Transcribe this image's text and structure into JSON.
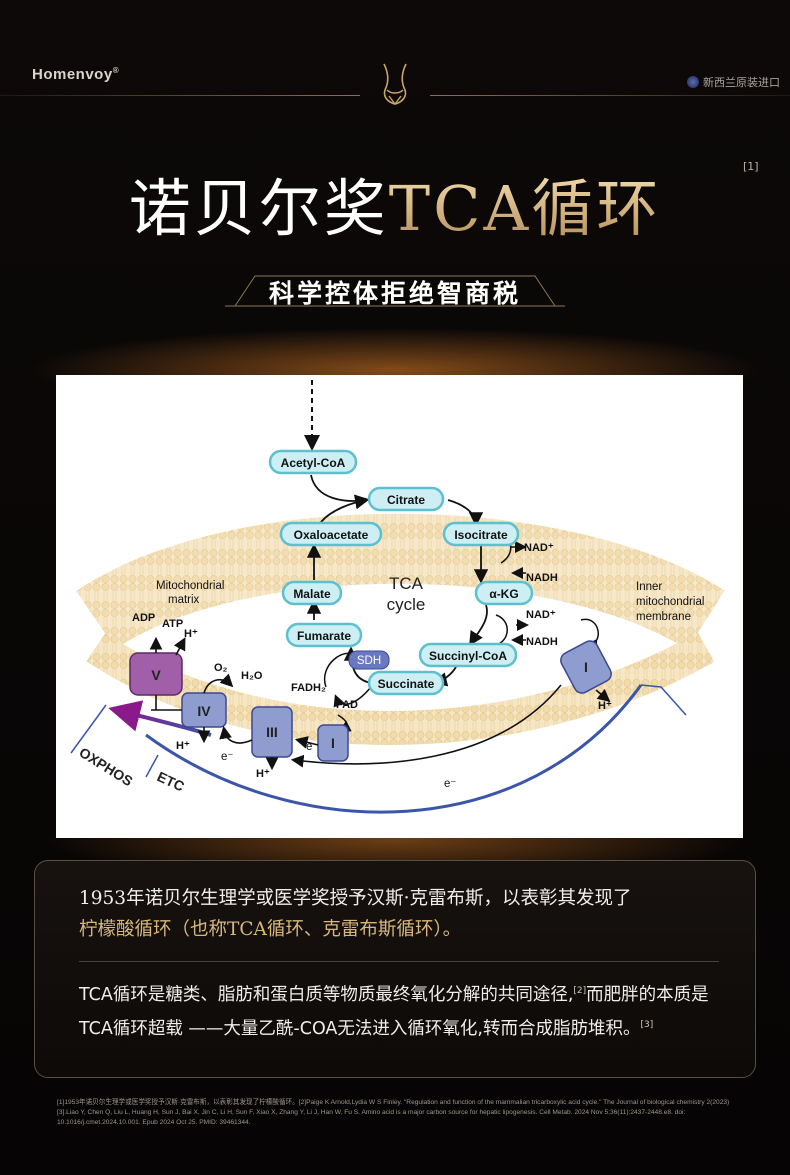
{
  "header": {
    "brand": "Homenvoy",
    "brand_mark": "®",
    "import_badge": "新西兰原装进口"
  },
  "hero": {
    "title_part1": "诺贝尔奖",
    "title_part2": "TCA循环",
    "title_ref": "[1]",
    "subtitle": "科学控体拒绝智商税"
  },
  "diagram": {
    "nodes": {
      "acetyl_coa": "Acetyl-CoA",
      "citrate": "Citrate",
      "isocitrate": "Isocitrate",
      "akg": "α-KG",
      "succinyl_coa": "Succinyl-CoA",
      "succinate": "Succinate",
      "fumarate": "Fumarate",
      "malate": "Malate",
      "oxaloacetate": "Oxaloacetate"
    },
    "cycle_label_1": "TCA",
    "cycle_label_2": "cycle",
    "sdh": "SDH",
    "nad_plus_1": "NAD⁺",
    "nadh_1": "NADH",
    "nad_plus_2": "NAD⁺",
    "nadh_2": "NADH",
    "fadh2": "FADH₂",
    "fad": "FAD",
    "matrix_1": "Mitochondrial",
    "matrix_2": "matrix",
    "membrane_1": "Inner",
    "membrane_2": "mitochondrial",
    "membrane_3": "membrane",
    "adp": "ADP",
    "atp": "ATP",
    "o2": "O₂",
    "h2o": "H₂O",
    "h_plus": "H⁺",
    "e_minus": "e⁻",
    "e_small": "e",
    "complex_v": "V",
    "complex_iv": "IV",
    "complex_iii": "III",
    "complex_ii": "I",
    "complex_i": "I",
    "oxphos": "OXPHOS",
    "etc": "ETC"
  },
  "panel": {
    "para1_a": "1953年诺贝尔生理学或医学奖授予汉斯·克雷布斯，以表彰其发现了",
    "para1_b": "柠檬酸循环（也称TCA循环、克雷布斯循环）。",
    "para2_a": "TCA循环是糖类、脂肪和蛋白质等物质最终氧化分解的共同途径,",
    "para2_ref_a": "[2]",
    "para2_b": "而肥胖的本质是 TCA循环超载 ——大量乙酰-COA无法进入循环氧化,转而合成脂肪堆积。",
    "para2_ref_b": "[3]"
  },
  "references": "[1]1953年诺贝尔生理学或医学奖授予汉斯·克雷布斯，以表彰其发现了柠檬酸循环。[2]Paige K Arnold,Lydia W S Finley. \"Regulation and function of the mammalian tricarboxylic acid cycle.\" The Journal of biological chemistry 2(2023)[3].Liao Y, Chen Q, Liu L, Huang H, Sun J, Bai X, Jin C, Li H, Sun F, Xiao X, Zhang Y, Li J, Han W, Fu S. Amino acid is a major carbon source for hepatic lipogenesis. Cell Metab. 2024 Nov 5;36(11):2437-2448.e8. doi: 10.1016/j.cmet.2024.10.001. Epub 2024 Oct 25. PMID: 39461344."
}
